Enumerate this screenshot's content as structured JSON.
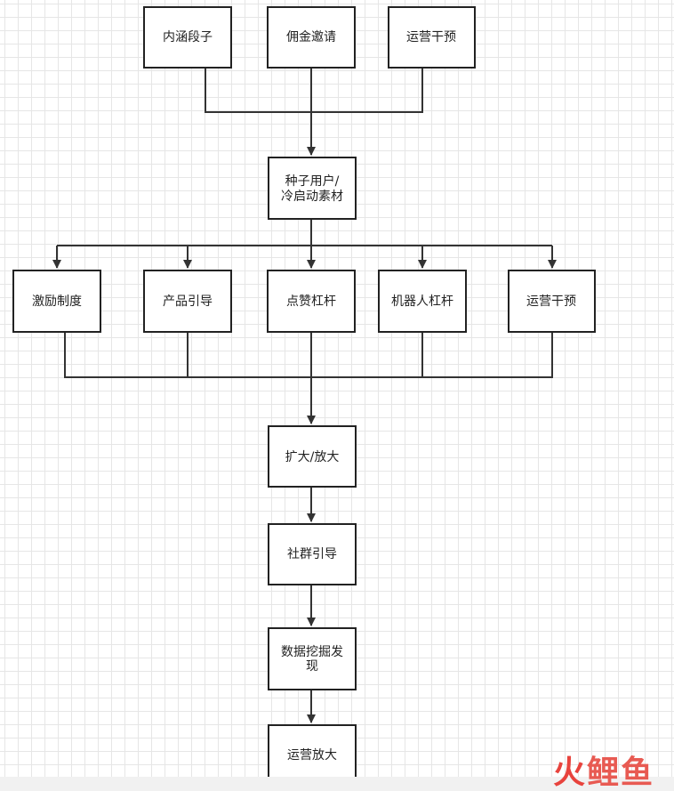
{
  "diagram": {
    "nodes": {
      "neihan": "内涵段子",
      "yongjin": "佣金邀请",
      "yunying_top": "运营干预",
      "zhongzi_line1": "种子用户/",
      "zhongzi_line2": "冷启动素材",
      "jili": "激励制度",
      "chanpin": "产品引导",
      "dianzan": "点赞杠杆",
      "jiqiren": "机器人杠杆",
      "yunying_mid": "运营干预",
      "kuoda": "扩大/放大",
      "shequn": "社群引导",
      "shuju_line1": "数据挖掘发",
      "shuju_line2": "现",
      "yunying_fangda": "运营放大"
    },
    "edge_color": "#333333"
  },
  "watermark": {
    "part1": "火",
    "part2": "鲤鱼"
  }
}
